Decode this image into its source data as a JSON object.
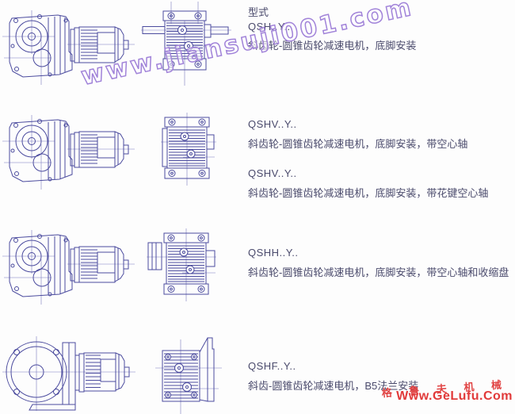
{
  "header": {
    "form_type_label": "型式"
  },
  "watermarks": {
    "site": {
      "text": "www.jiansuji001.com",
      "color": "#a183d9"
    },
    "vendor": {
      "name": "格 鲁 夫 机 械",
      "url": "Www.GeLufu.Com",
      "color": "#e13a3a"
    }
  },
  "drawing": {
    "line_color": "#4b4b9e",
    "centerline_color": "#7b7bc0",
    "icons": [
      "gearmotor-side-view-drawing",
      "gearmotor-front-foot-solid-shaft-drawing",
      "gearmotor-front-foot-hollow-shaft-drawing",
      "gearmotor-front-foot-shrink-disk-drawing",
      "gearmotor-front-b5-flange-drawing",
      "gearmotor-flange-face-side-view-drawing"
    ]
  },
  "rows": [
    {
      "models": [
        {
          "code": "QSH..Y..",
          "desc": "斜齿轮-圆锥齿轮减速电机，底脚安装"
        }
      ]
    },
    {
      "models": [
        {
          "code": "QSHV..Y..",
          "desc": "斜齿轮-圆锥齿轮减速电机，底脚安装，带空心轴"
        },
        {
          "code": "QSHV..Y..",
          "desc": "斜齿轮-圆锥齿轮减速电机，底脚安装，带花键空心轴"
        }
      ]
    },
    {
      "models": [
        {
          "code": "QSHH..Y..",
          "desc": "斜齿轮-圆锥齿轮减速电机，底脚安装，带空心轴和收缩盘"
        }
      ]
    },
    {
      "models": [
        {
          "code": "QSHF..Y..",
          "desc": "斜齿-圆锥齿轮减速电机，B5法兰安装"
        }
      ]
    }
  ]
}
